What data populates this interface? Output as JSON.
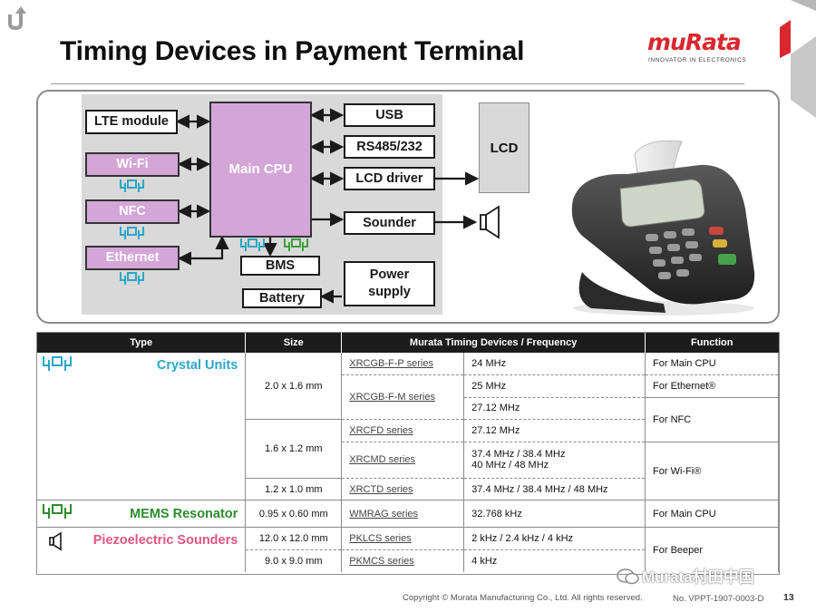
{
  "slide": {
    "title": "Timing Devices in Payment Terminal",
    "logo_text": "muRata",
    "logo_tagline": "INNOVATOR IN ELECTRONICS"
  },
  "diagram": {
    "cpu": "Main CPU",
    "left_blocks": [
      "LTE module",
      "Wi-Fi",
      "NFC",
      "Ethernet"
    ],
    "right_blocks": [
      "USB",
      "RS485/232",
      "LCD driver",
      "Sounder"
    ],
    "bms": "BMS",
    "battery": "Battery",
    "power_supply_line1": "Power",
    "power_supply_line2": "supply",
    "lcd": "LCD"
  },
  "table": {
    "headers": [
      "Type",
      "Size",
      "Murata Timing Devices / Frequency",
      "Function"
    ],
    "types": {
      "crystal": "Crystal Units",
      "mems": "MEMS Resonator",
      "piezo": "Piezoelectric Sounders"
    },
    "sizes": [
      "2.0 x 1.6 mm",
      "1.6 x 1.2 mm",
      "1.2 x 1.0 mm",
      "0.95 x 0.60 mm",
      "12.0 x 12.0 mm",
      "9.0 x 9.0 mm"
    ],
    "series": [
      "XRCGB-F-P series",
      "XRCGB-F-M series",
      "XRCFD series",
      "XRCMD series",
      "XRCTD series",
      "WMRAG series",
      "PKLCS series",
      "PKMCS series"
    ],
    "frequencies": [
      "24 MHz",
      "25 MHz",
      "27.12 MHz",
      "27.12 MHz",
      "37.4 MHz / 38.4 MHz",
      "40 MHz / 48 MHz",
      "37.4 MHz / 38.4 MHz / 48 MHz",
      "32.768 kHz",
      "2 kHz / 2.4 kHz / 4 kHz",
      "4 kHz"
    ],
    "functions": [
      "For Main CPU",
      "For Ethernet®",
      "For NFC",
      "For Wi-Fi®",
      "For Main CPU",
      "For Beeper"
    ]
  },
  "footer": {
    "copyright": "Copyright © Murata Manufacturing Co., Ltd. All rights reserved.",
    "doc_no": "No. VPPT-1907-0003-D",
    "page": "13",
    "watermark": "Murata村田中国"
  },
  "colors": {
    "crystal_label": "#2aa7c9",
    "mems_label": "#2e8b2e",
    "piezo_label": "#e0557f",
    "block_purple": "#d4a6d8",
    "brand_red": "#d9272e"
  }
}
